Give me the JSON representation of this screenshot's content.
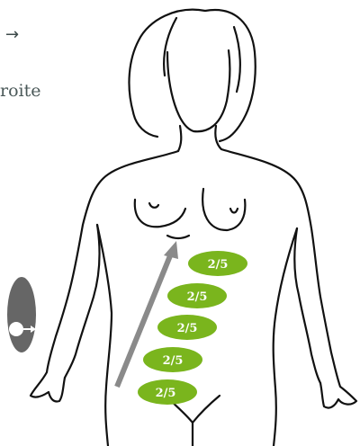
{
  "header": {
    "arrow_glyph": "→",
    "text_fragment": "roite"
  },
  "progress_badges": [
    {
      "label": "2/5"
    },
    {
      "label": "2/5"
    },
    {
      "label": "2/5"
    },
    {
      "label": "2/5"
    },
    {
      "label": "2/5"
    }
  ],
  "icons": {
    "direction": "arrow-up-right-icon",
    "side_marker": "circle-arrow-right-icon"
  },
  "colors": {
    "badge_green": "#7ab51d",
    "arrow_gray": "#8a8a8a",
    "side_marker_gray": "#666666",
    "outline": "#111111"
  }
}
